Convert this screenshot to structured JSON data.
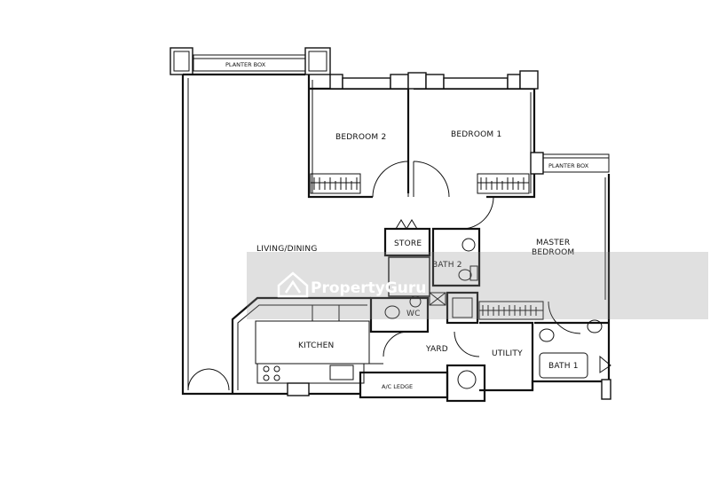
{
  "rooms": {
    "planter_box_top": "PLANTER BOX",
    "bedroom_2": "BEDROOM 2",
    "bedroom_1": "BEDROOM 1",
    "planter_box_right": "PLANTER BOX",
    "living_dining": "LIVING/DINING",
    "store": "STORE",
    "bath_2": "BATH 2",
    "master_bedroom_line1": "MASTER",
    "master_bedroom_line2": "BEDROOM",
    "wc": "WC",
    "kitchen": "KITCHEN",
    "yard": "YARD",
    "utility": "UTILITY",
    "bath_1": "BATH 1",
    "ac_ledge": "A/C LEDGE"
  },
  "watermark": {
    "brand": "PropertyGuru"
  }
}
